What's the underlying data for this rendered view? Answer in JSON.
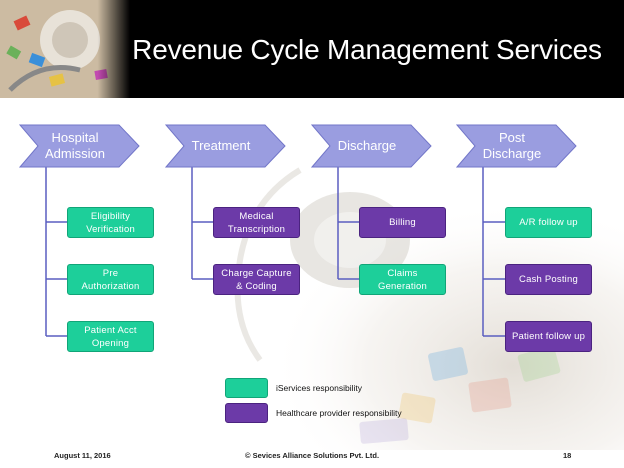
{
  "title": "Revenue Cycle Management Services",
  "phases": [
    {
      "label": "Hospital\nAdmission"
    },
    {
      "label": "Treatment"
    },
    {
      "label": "Discharge"
    },
    {
      "label": "Post\nDischarge"
    }
  ],
  "tasks": [
    [
      "Eligibility\nVerification",
      "Pre\nAuthorization",
      "Patient Acct\nOpening"
    ],
    [
      "Medical\nTranscription",
      "Charge Capture\n& Coding"
    ],
    [
      "Billing",
      "Claims\nGeneration"
    ],
    [
      "A/R follow up",
      "Cash Posting",
      "Patient follow up"
    ]
  ],
  "legend": {
    "iservices": "iServices responsibility",
    "provider": "Healthcare provider responsibility"
  },
  "footer": {
    "date": "August 11, 2016",
    "copyright": "© Sevices Alliance Solutions Pvt. Ltd.",
    "page": "18"
  },
  "colors": {
    "phase_fill": "#9a9de0",
    "iservices": "#1dcf9a",
    "provider": "#6c3aa8",
    "header": "#000000"
  }
}
